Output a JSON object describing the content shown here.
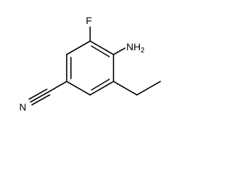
{
  "structure": {
    "atoms": {
      "fluorine": {
        "element": "F"
      },
      "amino": {
        "element": "NH",
        "subscript": "2"
      },
      "nitrile_nitrogen": {
        "element": "N"
      }
    },
    "bond_color": "#000000",
    "background": "#ffffff"
  }
}
